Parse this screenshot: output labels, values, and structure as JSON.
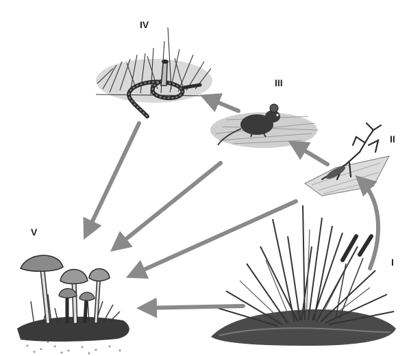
{
  "labels": {
    "I": "I",
    "II": "II",
    "III": "III",
    "IV": "IV",
    "V": "V"
  },
  "nodes": [
    {
      "id": "I",
      "depicts": "grass-tuft"
    },
    {
      "id": "II",
      "depicts": "praying-mantis"
    },
    {
      "id": "III",
      "depicts": "mouse"
    },
    {
      "id": "IV",
      "depicts": "snake"
    },
    {
      "id": "V",
      "depicts": "mushrooms"
    }
  ],
  "edges": [
    {
      "from": "I",
      "to": "II"
    },
    {
      "from": "II",
      "to": "III"
    },
    {
      "from": "III",
      "to": "IV"
    },
    {
      "from": "IV",
      "to": "V"
    },
    {
      "from": "III",
      "to": "V"
    },
    {
      "from": "II",
      "to": "V"
    },
    {
      "from": "I",
      "to": "V"
    }
  ],
  "colors": {
    "arrow": "#8a8a8a",
    "ink": "#2b2b2b",
    "grass": "#3a3a3a",
    "patch": "#c8c8c8",
    "ground": "#4a4a4a"
  }
}
